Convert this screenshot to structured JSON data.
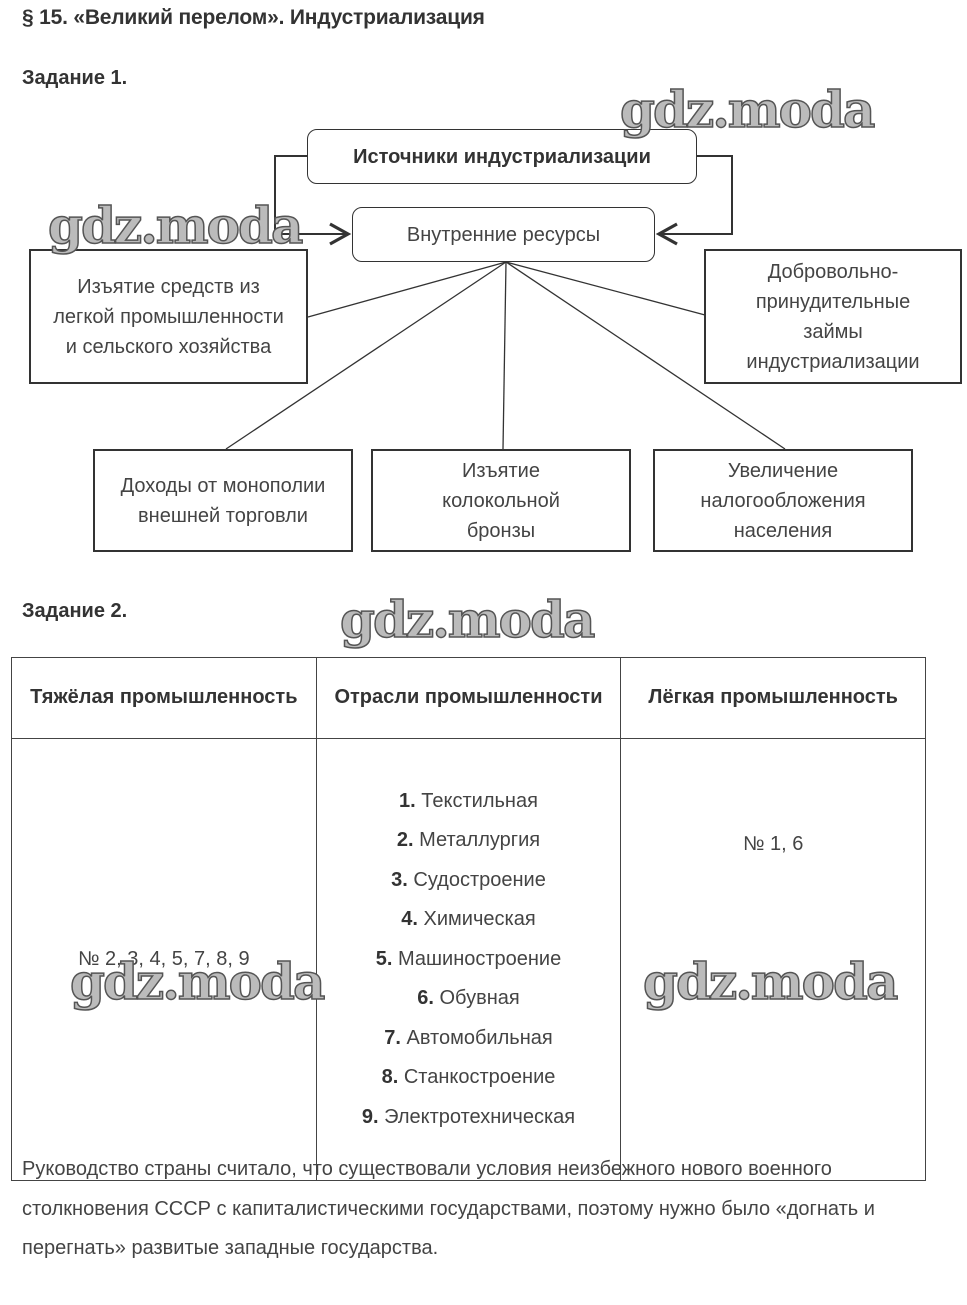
{
  "title": "§ 15. «Великий перелом». Индустриализация",
  "task1": {
    "heading": "Задание 1.",
    "diagram": {
      "root": "Источники индустриализации",
      "hub": "Внутренние ресурсы",
      "nodes": [
        {
          "id": "light-industry",
          "text": "Изъятие средств из легкой промышленности и сельского хозяйства"
        },
        {
          "id": "loans",
          "text": "Добровольно-принудительные займы индустриализации"
        },
        {
          "id": "foreign-trade",
          "text": "Доходы от монополии внешней торговли"
        },
        {
          "id": "bell-bronze",
          "text": "Изъятие колокольной бронзы"
        },
        {
          "id": "taxes",
          "text": "Увеличение налогообложения населения"
        }
      ]
    }
  },
  "task2": {
    "heading": "Задание 2.",
    "headers": [
      "Тяжёлая промышленность",
      "Отрасли промышленности",
      "Лёгкая промышленность"
    ],
    "heavy": "№ 2, 3, 4, 5, 7, 8, 9",
    "light": "№ 1, 6",
    "branches": [
      {
        "n": "1.",
        "name": "Текстильная"
      },
      {
        "n": "2.",
        "name": "Металлургия"
      },
      {
        "n": "3.",
        "name": "Судостроение"
      },
      {
        "n": "4.",
        "name": "Химическая"
      },
      {
        "n": "5.",
        "name": "Машиностроение"
      },
      {
        "n": "6.",
        "name": "Обувная"
      },
      {
        "n": "7.",
        "name": "Автомобильная"
      },
      {
        "n": "8.",
        "name": "Станкостроение"
      },
      {
        "n": "9.",
        "name": "Электротехническая"
      }
    ]
  },
  "paragraph": "Руководство страны считало, что существовали условия неизбежного нового военного столкновения СССР с капиталистическими государствами, поэтому нужно было «догнать и перегнать» развитые западные государства.",
  "watermark": "gdz.moda"
}
